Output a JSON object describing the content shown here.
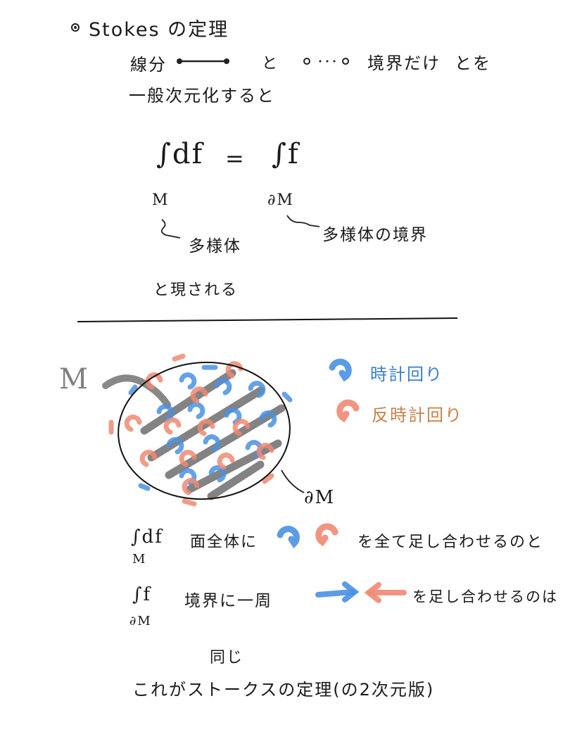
{
  "top": {
    "heading": "Stokes の定理",
    "line_integral": "線分",
    "to": "と",
    "boundary_only": "境界だけ",
    "and_wo": "とを",
    "generalize": "一般次元化すると",
    "eq_left": "∫df",
    "eq_sign": "=",
    "eq_right": "∫f",
    "sub_M": "M",
    "sub_dM": "∂M",
    "manifold": "多様体",
    "manifold_boundary": "多様体の境界",
    "expressed": "と現される"
  },
  "figure": {
    "label_M": "M",
    "label_dM": "∂M",
    "legend_cw": "時計回り",
    "legend_ccw": "反時計回り",
    "colors": {
      "cw": "#4a90e2",
      "ccw": "#ef8a73",
      "cw_text": "#3a7fc9",
      "ccw_text": "#c8804a",
      "hatch": "#5a5a5a"
    }
  },
  "bottom": {
    "int_df": "∫df",
    "int_df_sub": "M",
    "whole_surface": "面全体に",
    "sum_all": "を全て足し合わせるのと",
    "int_f": "∫f",
    "int_f_sub": "∂M",
    "boundary_loop": "境界に一周",
    "sum_arrows": "を足し合わせるのは",
    "same": "同じ",
    "conclusion": "これがストークスの定理(の2次元版)"
  }
}
